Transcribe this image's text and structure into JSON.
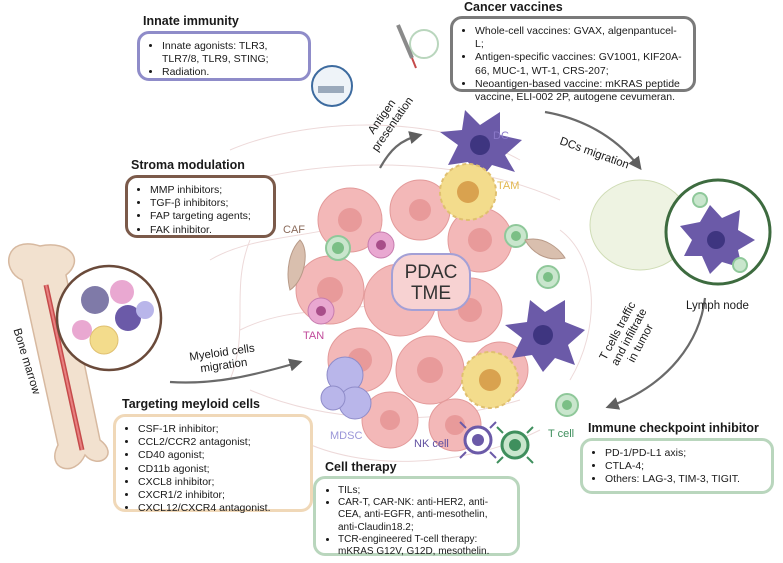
{
  "colors": {
    "innate": "#8f8cc9",
    "vaccines": "#7a7a7a",
    "stroma": "#7b5a4a",
    "myeloid": "#f0d8b8",
    "cell_therapy": "#b9d6bd",
    "checkpoint": "#b9d6bd",
    "tumor": "#f3b8b8",
    "dc": "#6b5aa8",
    "tam": "#f3dc8c",
    "tcell": "#8fc89a",
    "arrow": "#6a6a6a"
  },
  "innate_immunity": {
    "title": "Innate immunity",
    "items": [
      "Innate agonists: TLR3, TLR7/8, TLR9, STING;",
      "Radiation."
    ]
  },
  "cancer_vaccines": {
    "title": "Cancer vaccines",
    "items": [
      "Whole-cell vaccines: GVAX, algenpantucel-L;",
      "Antigen-specific vaccines: GV1001, KIF20A-66, MUC-1, WT-1, CRS-207;",
      "Neoantigen-based vaccine: mKRAS peptide vaccine, ELI-002 2P, autogene cevumeran."
    ]
  },
  "stroma_modulation": {
    "title": "Stroma modulation",
    "items": [
      "MMP inhibitors;",
      "TGF-β inhibitors;",
      "FAP targeting agents;",
      "FAK inhibitor."
    ]
  },
  "targeting_myeloid": {
    "title": "Targeting meyloid cells",
    "items": [
      "CSF-1R  inhibitor;",
      "CCL2/CCR2 antagonist;",
      "CD40 agonist;",
      "CD11b agonist;",
      "CXCL8 inhibitor;",
      "CXCR1/2 inhibitor;",
      "CXCL12/CXCR4 antagonist."
    ]
  },
  "cell_therapy": {
    "title": "Cell therapy",
    "items": [
      "TILs;",
      "CAR-T, CAR-NK: anti-HER2, anti-CEA, anti-EGFR, anti-mesothelin, anti-Claudin18.2;",
      "TCR-engineered T-cell therapy: mKRAS G12V, G12D, mesothelin."
    ]
  },
  "immune_checkpoint": {
    "title": "Immune checkpoint inhibitor",
    "items": [
      "PD-1/PD-L1 axis;",
      "CTLA-4;",
      "Others: LAG-3, TIM-3, TIGIT."
    ]
  },
  "center_label": "PDAC\nTME",
  "labels": {
    "antigen_presentation": "Antigen\npresentation",
    "dcs_migration": "DCs migration",
    "lymph_node": "Lymph node",
    "tcells_traffic": "T cells traffic\nand infiltrate\nin tumor",
    "myeloid_migration": "Myeloid cells\nmigration",
    "bone_marrow": "Bone marrow"
  },
  "cell_tags": {
    "dc": "DC",
    "tam": "TAM",
    "caf": "CAF",
    "tan": "TAN",
    "mdsc": "MDSC",
    "nk": "NK cell",
    "tcell": "T cell"
  }
}
